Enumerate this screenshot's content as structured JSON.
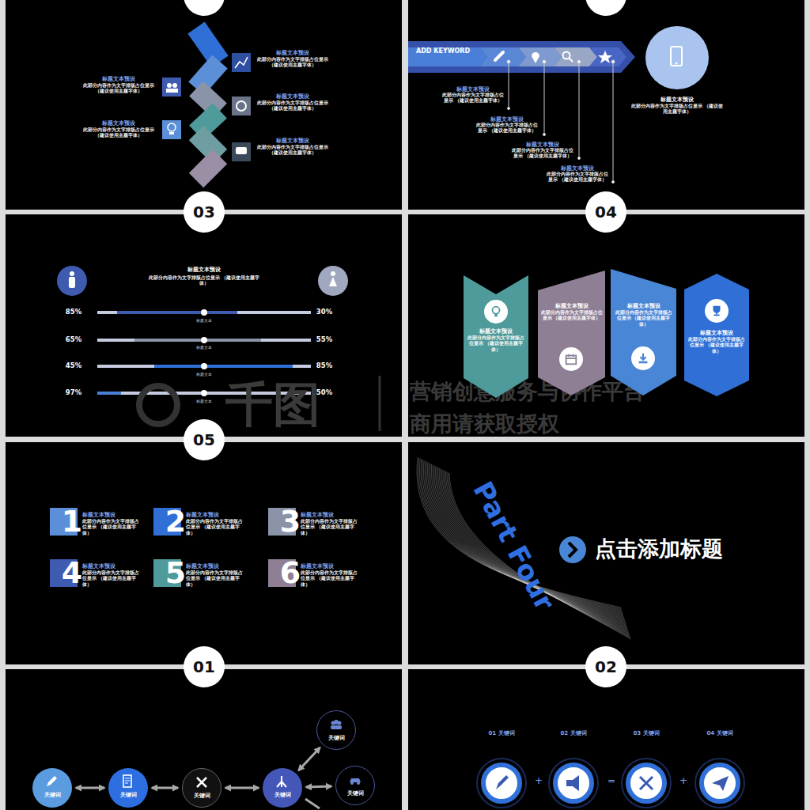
{
  "diagram": {
    "nodes": [
      {
        "text": [
          "ADD KEYWORD"
        ]
      },
      {
        "text": [
          "标题文本预设",
          "此部分内容作为文字排版占位显示 （建议使用主题字体）"
        ]
      },
      {
        "text": [
          "标题文本预设",
          "此部分内容作为文字排版占位显示 （建议使用主题字体）"
        ]
      },
      {
        "text": [
          "标题文本预设",
          "此部分内容作为文字排版占位显示 （建议使用主题字体）"
        ]
      },
      {
        "text": [
          "标题文本预设",
          "此部分内容作为文字排版占位显示 （建议使用主题字体）"
        ]
      },
      {
        "text": [
          "1",
          "标题文本预设",
          "此部分内容作为文字排版占位显示 （建议使用主题字体）"
        ]
      },
      {
        "text": [
          "2",
          "标题文本预设",
          "此部分内容作为文字排版占位显示 （建议使用主题字体）"
        ]
      },
      {
        "text": [
          "3",
          "标题文本预设",
          "此部分内容作为文字排版占位显示 （建议使用主题字体）"
        ]
      },
      {
        "text": [
          "4",
          "标题文本预设",
          "此部分内容作为文字排版占位显示 （建议使用主题字体）"
        ]
      },
      {
        "text": [
          "5",
          "标题文本预设",
          "此部分内容作为文字排版占位显示 （建议使用主题字体）"
        ]
      },
      {
        "text": [
          "6",
          "标题文本预设",
          "此部分内容作为文字排版占位显示 （建议使用主题字体）"
        ]
      },
      {
        "text": [
          "关键词"
        ]
      },
      {
        "text": [
          "关键词"
        ]
      },
      {
        "text": [
          "关键词"
        ]
      },
      {
        "text": [
          "关键词"
        ]
      },
      {
        "text": [
          "关键词"
        ]
      },
      {
        "text": [
          "关键词"
        ]
      }
    ],
    "edges": [
      {
        "from": 11,
        "to": 12,
        "arrow": "both"
      },
      {
        "from": 12,
        "to": 13,
        "arrow": "both"
      },
      {
        "from": 13,
        "to": 14,
        "arrow": "both"
      },
      {
        "from": 14,
        "to": 15,
        "arrow": "both"
      },
      {
        "from": 14,
        "to": 16,
        "arrow": "both"
      }
    ],
    "labels": [
      "标题文本预设",
      "此部分内容作为文字排版占位显示 （建议使用主题字体）",
      "标题文本预设",
      "此部分内容作为文字排版占位显示 （建议使用主题字体）",
      "标题文本预设",
      "此部分内容作为文字排版占位显示 （建议使用主题字体）",
      "标题文本预设",
      "此部分内容作为文字排版占位显示 （建议使用主题字体）",
      "标题文本预设",
      "此部分内容作为文字排版占位显示 （建议使用主题字体）",
      "标题文本预设",
      "此部分内容作为文字排版占位显示 （建议使用主题字体）",
      "标题文本预设",
      "此部分内容作为文字排版占位显示 （建议使用主题字体）",
      "标题文本预设",
      "此部分内容作为文字排版占位显示 （建议使用主题字体）",
      "标题文本预设",
      "此部分内容作为文字排版占位显示 （建议使用主题字体）",
      "标题文本预设",
      "此部分内容作为文字排版占位显示 （建议使用主题字体）",
      "03",
      "标题文本预设",
      "此部分内容作为文字排版占位显示 （建议使用主题字体）",
      "85%",
      "30%",
      "标题文本",
      "65%",
      "55%",
      "标题文本",
      "45%",
      "85%",
      "标题文本",
      "97%",
      "50%",
      "标题文本",
      "04",
      "千图",
      "营销创意服务与协作平台",
      "商用请获取授权",
      "05",
      "Part Four",
      "点击添加标题",
      "01",
      "02",
      "01 关键词",
      "02 关键词",
      "03 关键词",
      "04 关键词",
      "+",
      "=",
      "+"
    ]
  }
}
